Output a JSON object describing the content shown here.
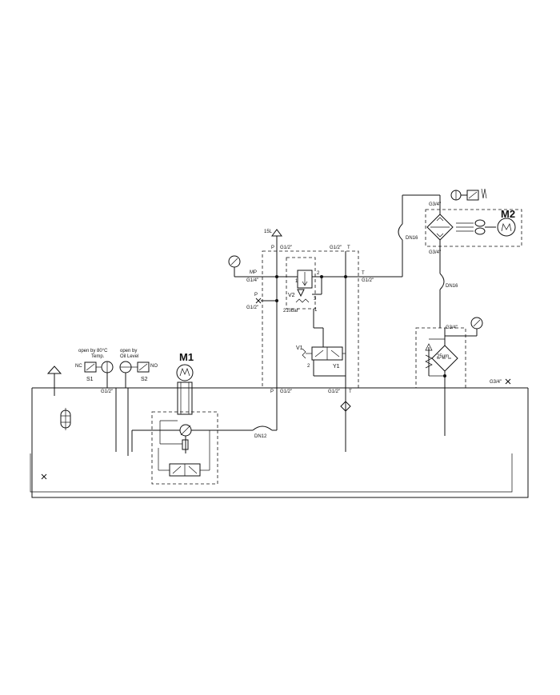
{
  "labels": {
    "m1": "M1",
    "m2": "M2",
    "volume": "15L",
    "p_top": "P",
    "g12_p_top": "G1/2\"",
    "g12_t_top": "G1/2\"",
    "t_top": "T",
    "mp": "MP",
    "g14": "G1/4\"",
    "p_left": "P",
    "g12_left": "G1/2\"",
    "v2": "V2",
    "port_1a": "1",
    "port_2a": "2",
    "port_3a": "3",
    "port_1b": "1",
    "bar210": "210bar",
    "v1": "V1",
    "y1": "Y1",
    "port_2b": "2",
    "t_right": "T",
    "g12_right": "G1/2\"",
    "dn16_a": "DN16",
    "dn16_b": "DN16",
    "g34_top": "G3/4\"",
    "g34_mid": "G3/4\"",
    "g34_filter": "G3/4\"",
    "micron": "25µm",
    "g34_tank": "G3/4\"",
    "dn12": "DN12",
    "p_bottom": "P",
    "g12_p_bottom": "G1/2\"",
    "g12_t_bottom": "G1/2\"",
    "t_bottom": "T",
    "s1_caption_1": "open by 80°C",
    "s1_caption_2": "Temp.",
    "s2_caption_1": "open by",
    "s2_caption_2": "Oil Level",
    "nc": "NC",
    "no": "NO",
    "s1": "S1",
    "s2": "S2",
    "g12_sensor": "G1/2\""
  }
}
